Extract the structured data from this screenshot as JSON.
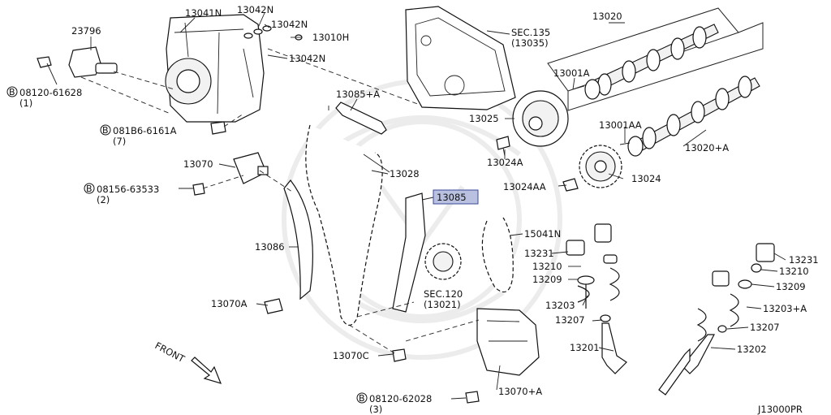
{
  "diagram_code": "J13000PR",
  "front_label": "FRONT",
  "highlighted_part": "13085",
  "labels": {
    "p23796": "23796",
    "p13041N": "13041N",
    "p13042N_a": "13042N",
    "p13042N_b": "13042N",
    "p13010H": "13010H",
    "p13042N_c": "13042N",
    "sec135": "SEC.135",
    "sec135_sub": "(13035)",
    "p13020": "13020",
    "p13001A": "13001A",
    "p13001AA": "13001AA",
    "p13020A": "13020+A",
    "p13025": "13025",
    "p13024A": "13024A",
    "p13024AA": "13024AA",
    "p13024": "13024",
    "p13085A": "13085+A",
    "p13028": "13028",
    "p13085": "13085",
    "p15041N": "15041N",
    "p13070": "13070",
    "p13086": "13086",
    "p13070A": "13070A",
    "p13070C": "13070C",
    "p13070pA": "13070+A",
    "sec120": "SEC.120",
    "sec120_sub": "(13021)",
    "p13231a": "13231",
    "p13210a": "13210",
    "p13209a": "13209",
    "p13203": "13203",
    "p13207a": "13207",
    "p13201": "13201",
    "p13231b": "13231",
    "p13210b": "13210",
    "p13209b": "13209",
    "p13203A": "13203+A",
    "p13207b": "13207",
    "p13202": "13202"
  },
  "bolt_refs": [
    {
      "code": "08120-61628",
      "qty": "(1)"
    },
    {
      "code": "081B6-6161A",
      "qty": "(7)"
    },
    {
      "code": "08156-63533",
      "qty": "(2)"
    },
    {
      "code": "08120-62028",
      "qty": "(3)"
    }
  ],
  "bolt_ref_prefix": "B"
}
